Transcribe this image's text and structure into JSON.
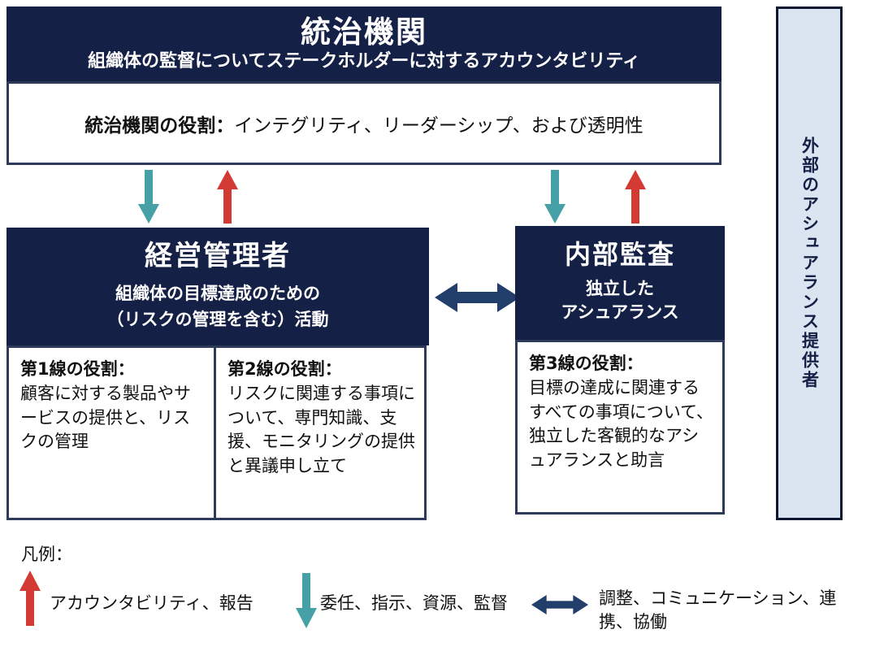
{
  "colors": {
    "navy_fill": "#152046",
    "box_border": "#2e3a5a",
    "teal_arrow": "#45a1a6",
    "red_arrow": "#d23a33",
    "double_arrow_navy": "#223f6b",
    "external_fill": "#dbe5f2",
    "external_border": "#0d1830"
  },
  "governing": {
    "title": "統治機関",
    "subtitle": "組織体の監督についてステークホルダーに対するアカウンタビリティ",
    "role_bold": "統治機関の役割：",
    "role_rest": "インテグリティ、リーダーシップ、および透明性"
  },
  "management": {
    "title": "経営管理者",
    "subtitle_line1": "組織体の目標達成のための",
    "subtitle_line2": "（リスクの管理を含む）活動",
    "roles": [
      {
        "heading": "第1線の役割：",
        "body": "顧客に対する製品やサービスの提供と、リスクの管理"
      },
      {
        "heading": "第2線の役割：",
        "body": "リスクに関連する事項について、専門知識、支援、モニタリングの提供と異議申し立て"
      }
    ]
  },
  "internal_audit": {
    "title": "内部監査",
    "subtitle_line1": "独立した",
    "subtitle_line2": "アシュアランス",
    "role": {
      "heading": "第3線の役割：",
      "body": "目標の達成に関連するすべての事項について、独立した客観的なアシュアランスと助言"
    }
  },
  "external": {
    "label": "外部のアシュアランス提供者"
  },
  "legend": {
    "title": "凡例：",
    "items": [
      {
        "icon": "red-up-arrow",
        "label": "アカウンタビリティ、報告"
      },
      {
        "icon": "teal-down-arrow",
        "label": "委任、指示、資源、監督"
      },
      {
        "icon": "navy-double-arrow",
        "label": "調整、コミュニケーション、連携、協働"
      }
    ]
  }
}
